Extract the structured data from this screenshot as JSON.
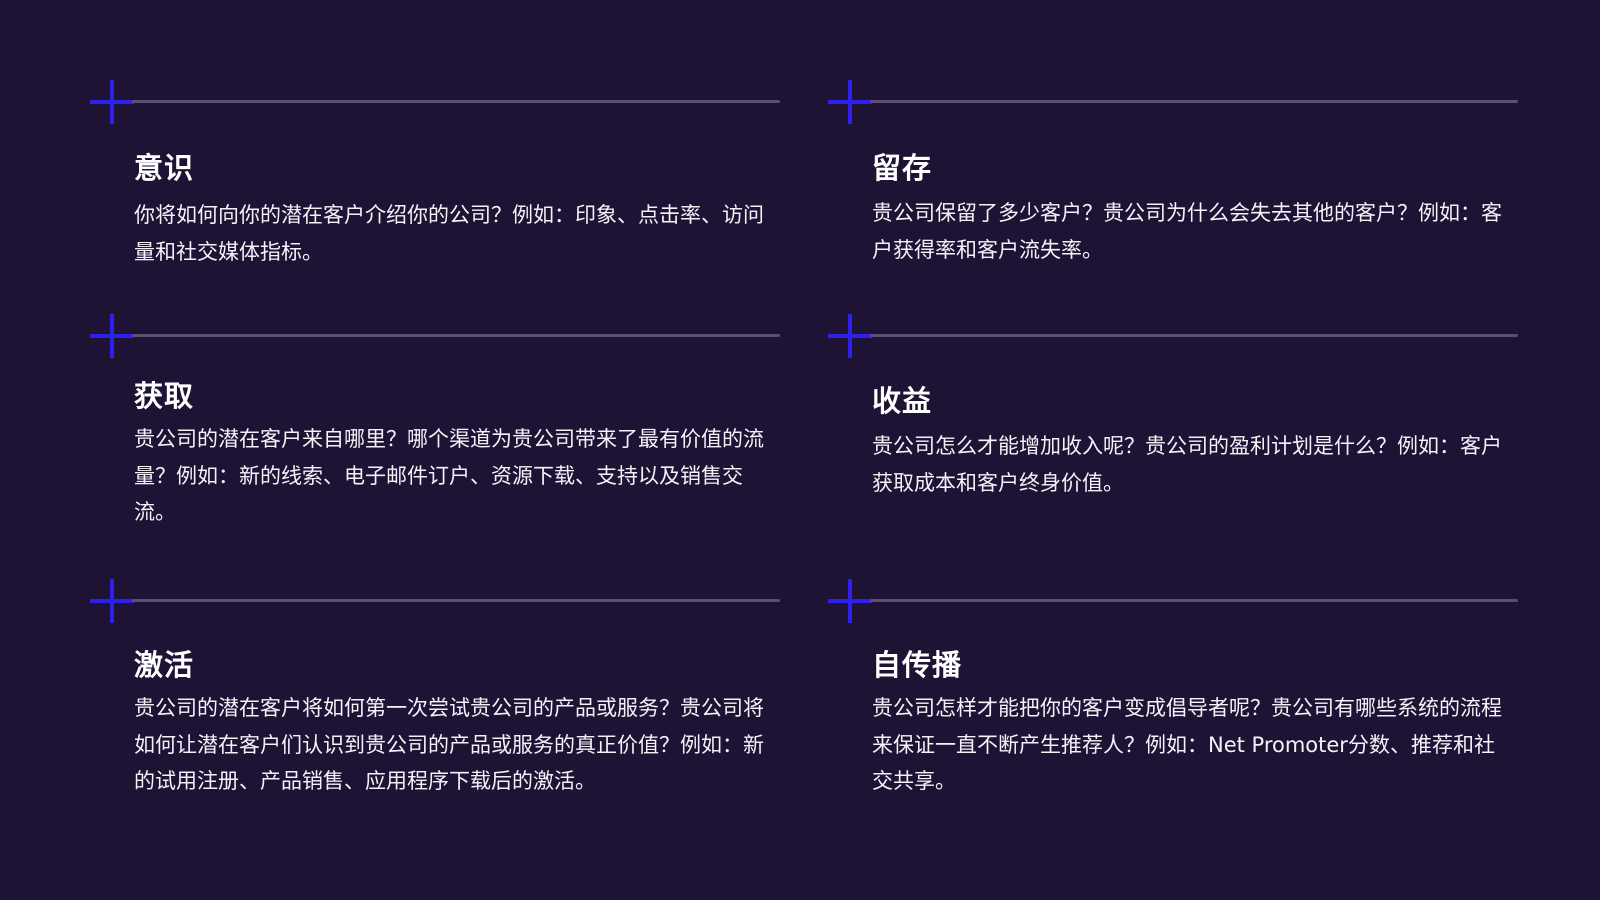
{
  "slide": {
    "sections": [
      {
        "title": "意识",
        "body": "你将如何向你的潜在客户介绍你的公司？例如：印象、点击率、访问量和社交媒体指标。"
      },
      {
        "title": "留存",
        "body": "贵公司保留了多少客户？贵公司为什么会失去其他的客户？例如：客户获得率和客户流失率。"
      },
      {
        "title": "获取",
        "body": "贵公司的潜在客户来自哪里？哪个渠道为贵公司带来了最有价值的流量？例如：新的线索、电子邮件订户、资源下载、支持以及销售交流。"
      },
      {
        "title": "收益",
        "body": "贵公司怎么才能增加收入呢？贵公司的盈利计划是什么？例如：客户获取成本和客户终身价值。"
      },
      {
        "title": "激活",
        "body": "贵公司的潜在客户将如何第一次尝试贵公司的产品或服务？贵公司将如何让潜在客户们认识到贵公司的产品或服务的真正价值？例如：新的试用注册、产品销售、应用程序下载后的激活。"
      },
      {
        "title": "自传播",
        "body": "贵公司怎样才能把你的客户变成倡导者呢？贵公司有哪些系统的流程来保证一直不断产生推荐人？例如：Net Promoter分数、推荐和社交共享。"
      }
    ],
    "colors": {
      "background": "#1e1335",
      "accent": "#2f20ee",
      "rule": "#5a5170",
      "text": "#ffffff"
    }
  }
}
